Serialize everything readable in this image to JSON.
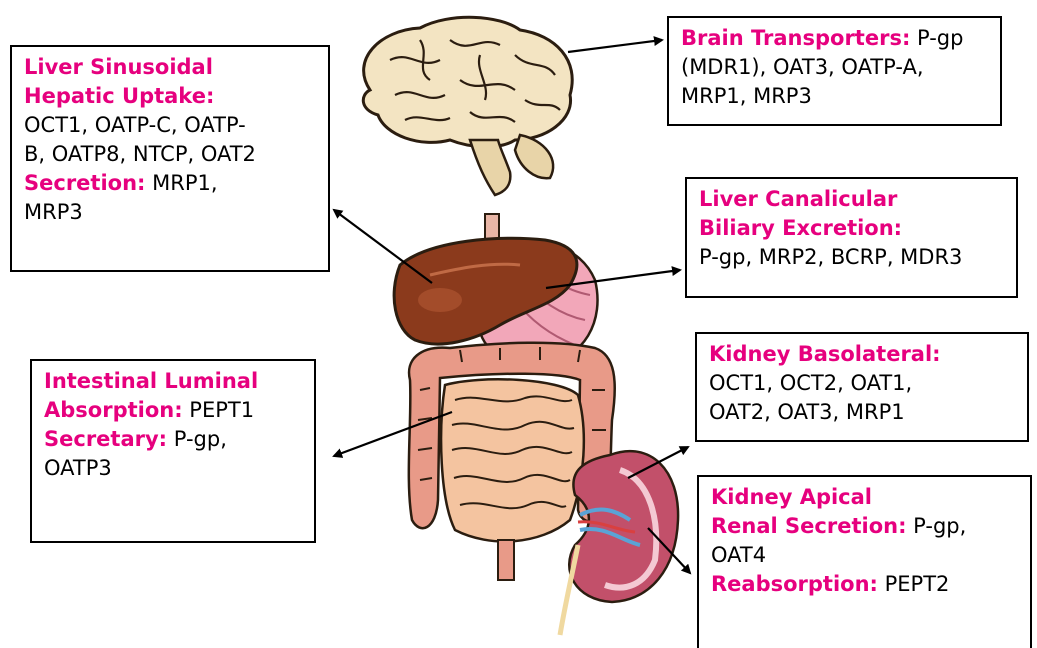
{
  "boxes": {
    "liver_sinusoidal": {
      "title_line1": "Liver Sinusoidal",
      "title_line2": "Hepatic Uptake:",
      "uptake_line1": "OCT1, OATP-C, OATP-",
      "uptake_line2": "B, OATP8, NTCP, OAT2",
      "secretion_label": "Secretion:",
      "secretion_inline": " MRP1,",
      "secretion_line2": "MRP3"
    },
    "brain": {
      "label": "Brain Transporters:",
      "inline": " P-gp",
      "line2": "(MDR1), OAT3, OATP-A,",
      "line3": "MRP1, MRP3"
    },
    "liver_canalicular": {
      "title_line1": "Liver Canalicular",
      "title_line2": "Biliary Excretion:",
      "line3": "P-gp, MRP2, BCRP, MDR3"
    },
    "intestinal": {
      "title_line1": "Intestinal Luminal",
      "absorption_label": "Absorption:",
      "absorption_inline": " PEPT1",
      "secretary_label": "Secretary:",
      "secretary_inline": " P-gp,",
      "line4": "OATP3"
    },
    "kidney_basolateral": {
      "title": "Kidney Basolateral:",
      "line2": "OCT1, OCT2, OAT1,",
      "line3": "OAT2, OAT3, MRP1"
    },
    "kidney_apical": {
      "title_line1": "Kidney Apical",
      "renal_label": "Renal Secretion:",
      "renal_inline": " P-gp,",
      "line3": "OAT4",
      "reabsorption_label": "Reabsorption:",
      "reabsorption_inline": " PEPT2"
    }
  },
  "colors": {
    "highlight": "#e6007e",
    "liver": "#8b3a1c",
    "stomach": "#f2a7b9",
    "intestine": "#f4c4a0",
    "large_intestine": "#e89a88",
    "brain": "#f3e4c2",
    "kidney": "#c2506a"
  }
}
